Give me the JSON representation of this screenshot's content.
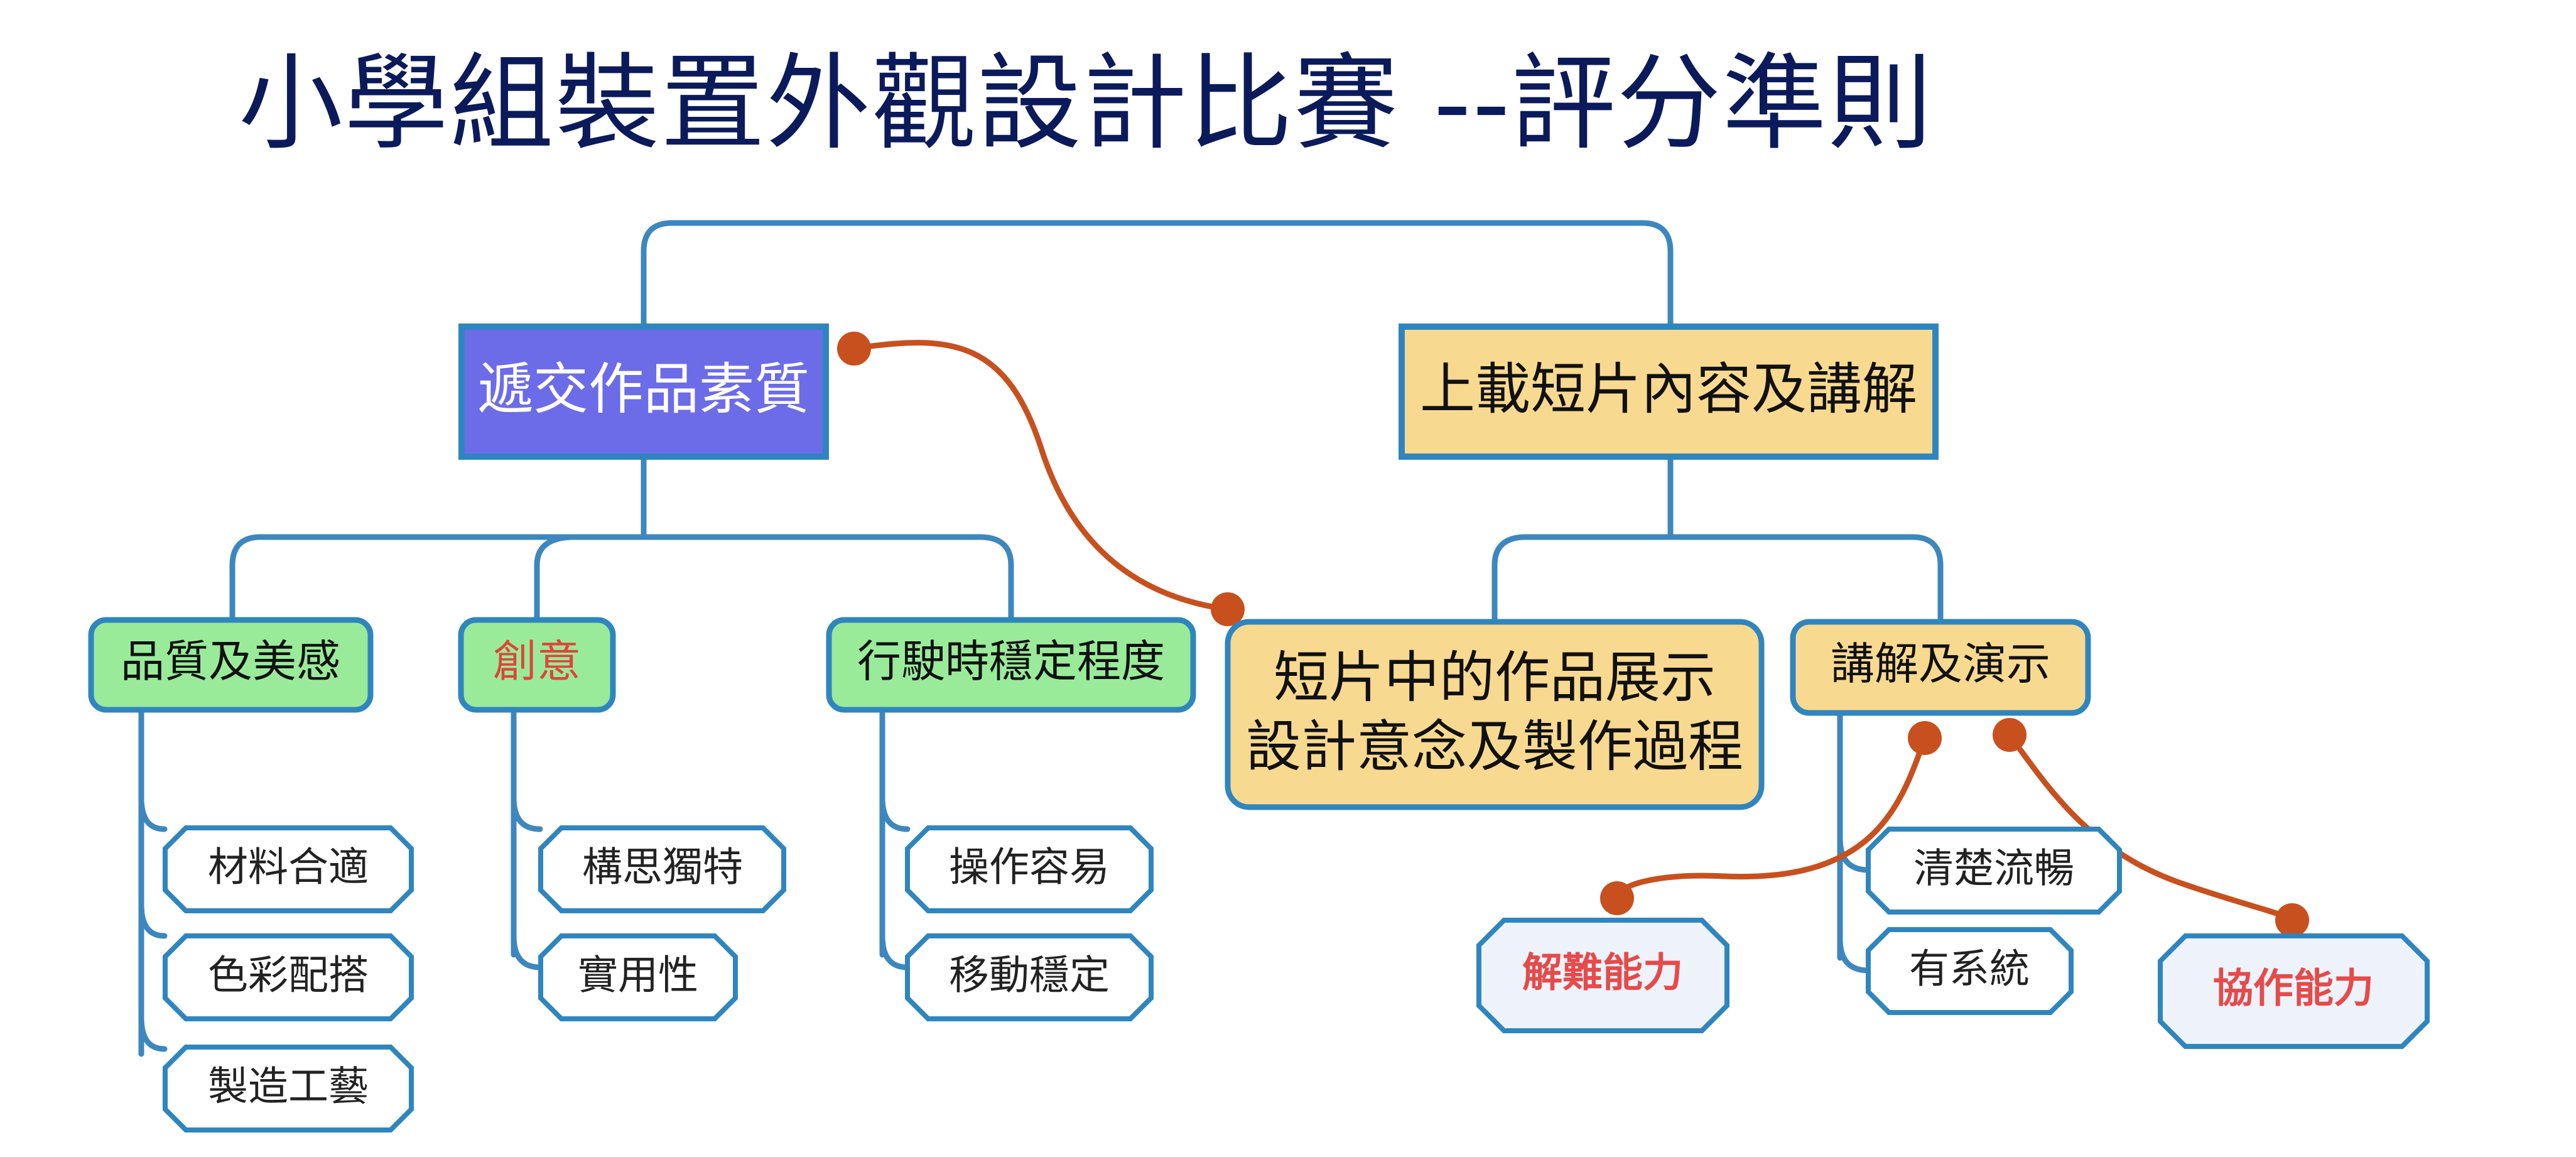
{
  "title": "小學組裝置外觀設計比賽 --評分準則",
  "main_topics": [
    {
      "label": "遞交作品素質",
      "fill": "#6c6ce8",
      "text_color": "#ffffff"
    },
    {
      "label": "上載短片內容及講解",
      "fill": "#f8d990",
      "text_color": "#111111"
    }
  ],
  "submission_categories": [
    {
      "label": "品質及美感",
      "text_color": "#111111",
      "items": [
        "材料合適",
        "色彩配搭",
        "製造工藝"
      ]
    },
    {
      "label": "創意",
      "text_color": "#e0443a",
      "items": [
        "構思獨特",
        "實用性"
      ]
    },
    {
      "label": "行駛時穩定程度",
      "text_color": "#111111",
      "items": [
        "操作容易",
        "移動穩定"
      ]
    }
  ],
  "video_categories": [
    {
      "label_lines": [
        "短片中的作品展示",
        "設計意念及製作過程"
      ]
    },
    {
      "label": "講解及演示",
      "items": [
        "清楚流暢",
        "有系統"
      ]
    }
  ],
  "skills": [
    "解難能力",
    "協作能力"
  ],
  "colors": {
    "title": "#0b1a5a",
    "tree_line": "#3d87bf",
    "relation_line": "#c8501e",
    "category_green": "#99eb9a",
    "category_yellow": "#f8d990",
    "leaf_fill": "#ffffff",
    "skill_fill": "#eef3fb",
    "skill_text": "#e64a4a"
  }
}
